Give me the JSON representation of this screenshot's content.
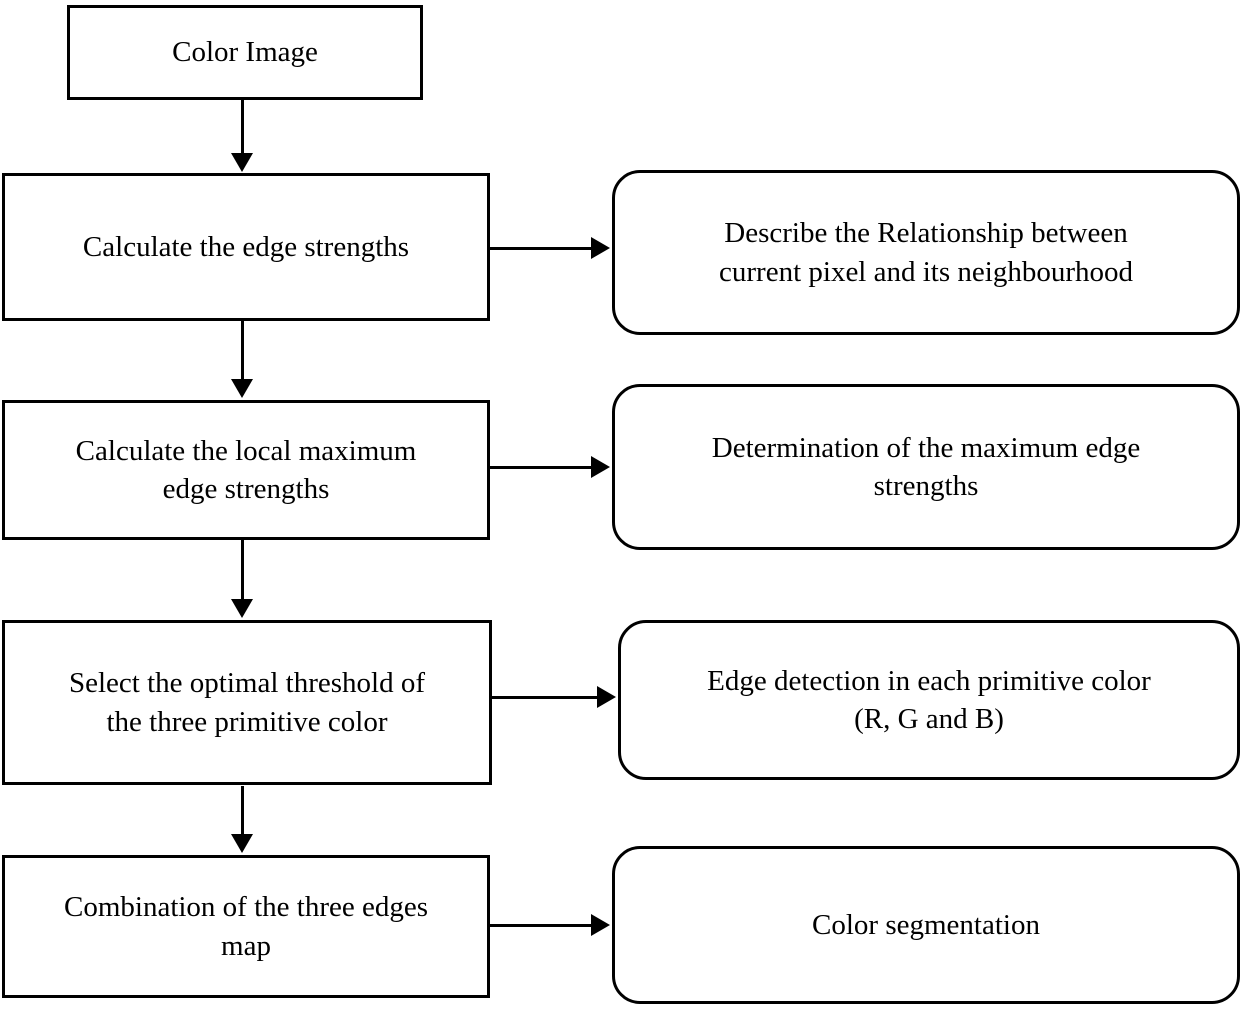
{
  "colors": {
    "border": "#000000",
    "background": "#ffffff",
    "text": "#000000"
  },
  "flowchart": {
    "top_node": {
      "lines": [
        "Color Image"
      ]
    },
    "left_nodes": [
      {
        "lines": [
          "Calculate the edge strengths"
        ]
      },
      {
        "lines": [
          "Calculate the local maximum",
          "edge strengths"
        ]
      },
      {
        "lines": [
          "Select the optimal threshold of",
          "the three primitive color"
        ]
      },
      {
        "lines": [
          "Combination of the three edges",
          "map"
        ]
      }
    ],
    "right_nodes": [
      {
        "lines": [
          "Describe the Relationship between",
          "current pixel and its neighbourhood"
        ]
      },
      {
        "lines": [
          "Determination of the maximum edge",
          "strengths"
        ]
      },
      {
        "lines": [
          "Edge detection in each primitive color",
          "(R, G and B)"
        ]
      },
      {
        "lines": [
          "Color segmentation"
        ]
      }
    ]
  }
}
